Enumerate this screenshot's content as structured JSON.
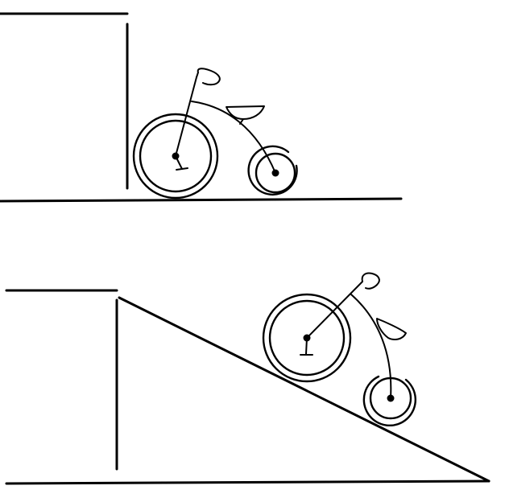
{
  "diagram": {
    "colors": {
      "ink": "#000000",
      "background": "#ffffff"
    },
    "panels": [
      {
        "id": "flat",
        "surface": "flat-ground",
        "object": "tricycle"
      },
      {
        "id": "slope",
        "surface": "inclined-ramp",
        "object": "tricycle"
      }
    ]
  }
}
